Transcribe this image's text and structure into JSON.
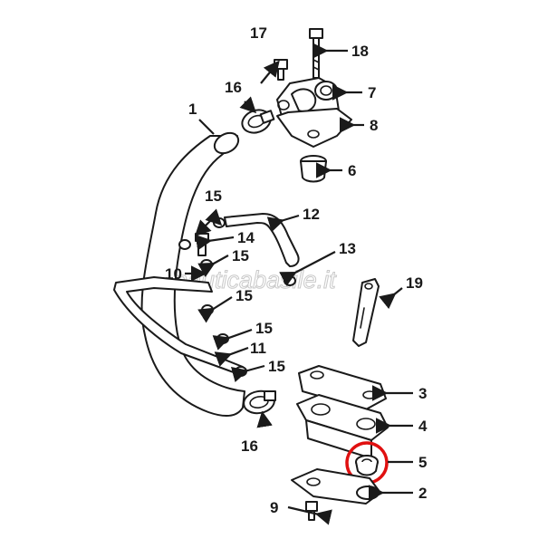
{
  "watermark": "nauticabasile.it",
  "highlight_color": "#e01010",
  "callouts": {
    "c1": "1",
    "c2": "2",
    "c3": "3",
    "c4": "4",
    "c5": "5",
    "c6": "6",
    "c7": "7",
    "c8": "8",
    "c9": "9",
    "c10": "10",
    "c11": "11",
    "c12": "12",
    "c13": "13",
    "c14": "14",
    "c15a": "15",
    "c15b": "15",
    "c15c": "15",
    "c15d": "15",
    "c15e": "15",
    "c16a": "16",
    "c16b": "16",
    "c17": "17",
    "c18": "18",
    "c19": "19"
  }
}
